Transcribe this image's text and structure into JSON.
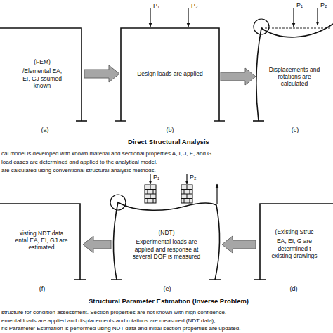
{
  "diagram": {
    "nodes": [
      {
        "text": [
          "(FEM)",
          "/Elemental EA, EI, GJ ssumed known"
        ]
      },
      {
        "text": [
          "Design loads are applied"
        ]
      },
      {
        "text": [
          "Displacements and rotations are calculated"
        ]
      },
      {
        "text": [
          "xisting NDT data ental EA, EI, GJ are estimated"
        ]
      },
      {
        "text": [
          "(NDT)",
          "Experimental loads are applied and response at several DOF is measured"
        ]
      },
      {
        "text": [
          "(Existing Struc",
          "EA, EI, G are determined t existing drawings"
        ]
      }
    ],
    "edges": [
      {
        "from": 0,
        "to": 1,
        "arrow": "to"
      },
      {
        "from": 1,
        "to": 2,
        "arrow": "to"
      },
      {
        "from": 5,
        "to": 4,
        "arrow": "to"
      },
      {
        "from": 4,
        "to": 3,
        "arrow": "to"
      }
    ],
    "labels": [
      "(a)",
      "P₁",
      "P₂",
      "(b)",
      "P₁",
      "P₂",
      "(c)",
      "Direct Structural Analysis",
      "cal model is developed with known material and sectional properties A, I, J, E, and G.",
      "load cases are determined and applied to the analytical model.",
      "are calculated using conventional structural analysis methods.",
      "P₁",
      "P₂",
      "(f)",
      "(e)",
      "(d)",
      "Structural Parameter Estimation (Inverse Problem)",
      "structure for condition assessment.  Section properties are not known with high confidence.",
      "emental loads are applied and displacements and rotations are measured (NDT data),",
      "ric Parameter Estimation is performed using NDT data and initial section properties are updated."
    ]
  }
}
